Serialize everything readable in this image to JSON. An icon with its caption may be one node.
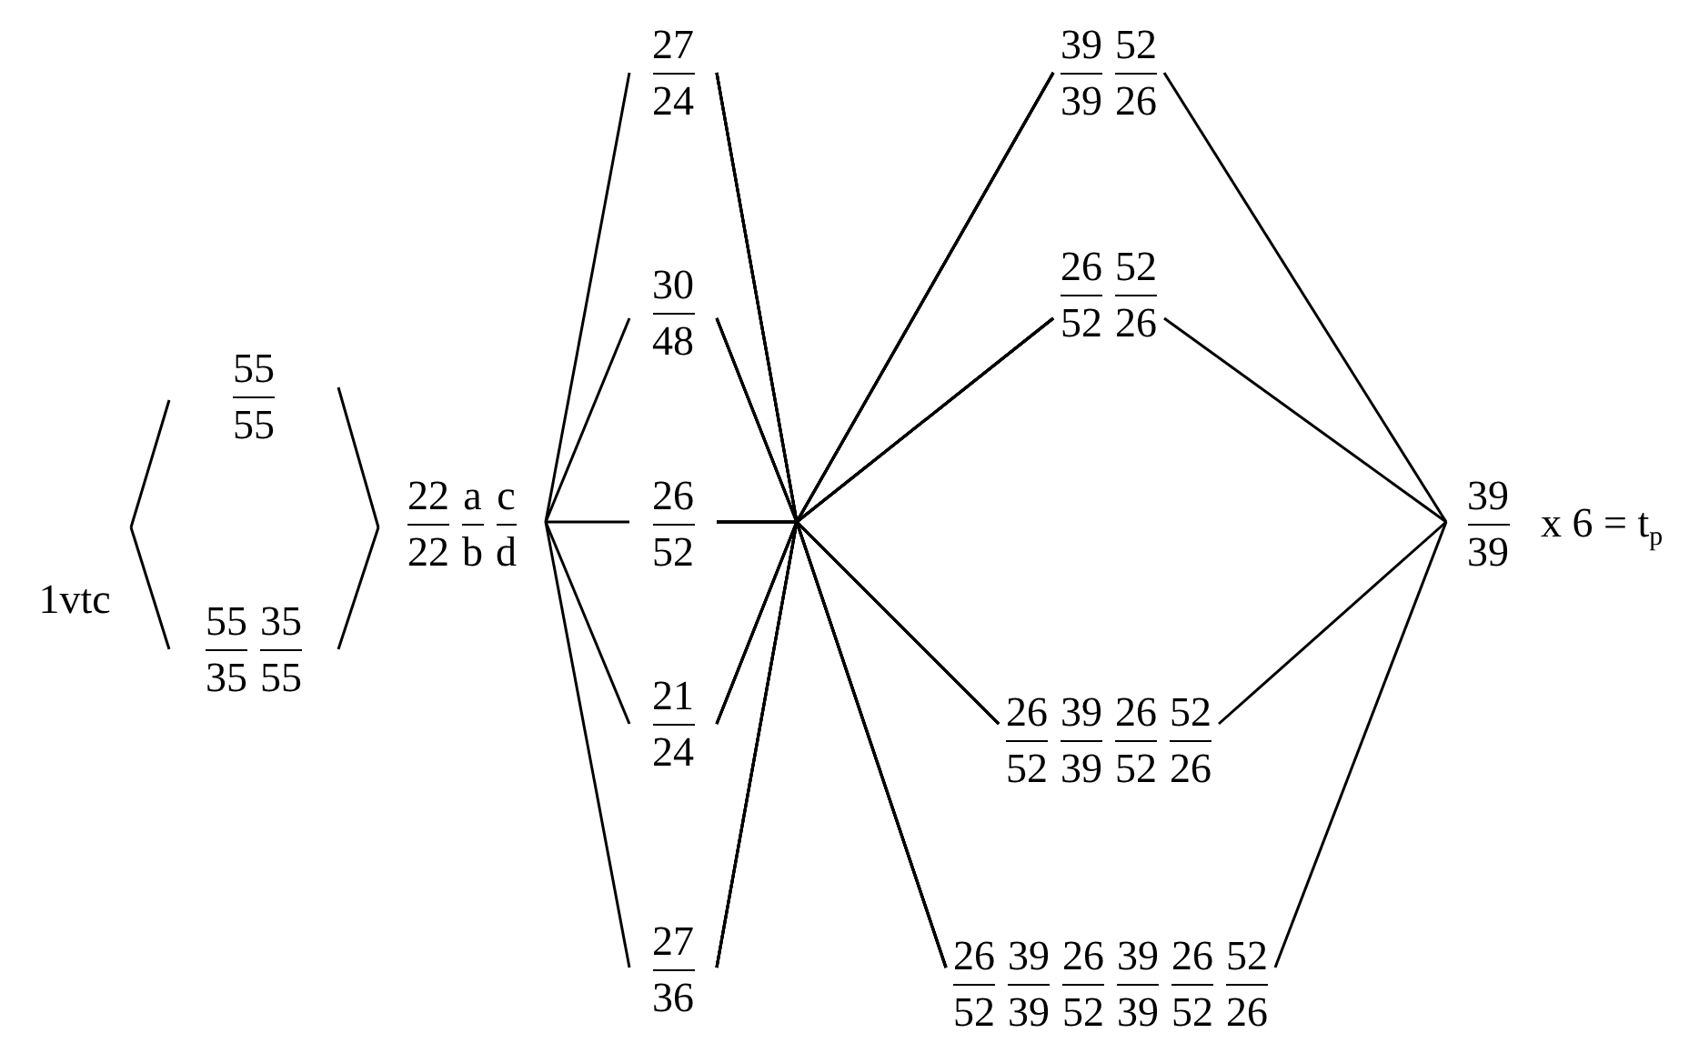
{
  "diagram": {
    "nodes": [
      {
        "text": [
          "1vtc"
        ]
      },
      {
        "text": [
          "55",
          "55"
        ]
      },
      {
        "text": [
          "55",
          "35",
          "35",
          "55"
        ]
      },
      {
        "text": [
          "22",
          "22",
          "a",
          "b",
          "c",
          "d"
        ]
      },
      {
        "text": [
          "27",
          "24"
        ]
      },
      {
        "text": [
          "30",
          "48"
        ]
      },
      {
        "text": [
          "26",
          "52"
        ]
      },
      {
        "text": [
          "21",
          "24"
        ]
      },
      {
        "text": [
          "27",
          "36"
        ]
      },
      {
        "text": [
          "39",
          "39",
          "52",
          "26"
        ]
      },
      {
        "text": [
          "26",
          "52",
          "52",
          "26"
        ]
      },
      {
        "text": [
          "26",
          "52",
          "39",
          "39",
          "26",
          "52",
          "52",
          "26"
        ]
      },
      {
        "text": [
          "26",
          "52",
          "39",
          "39",
          "26",
          "52",
          "39",
          "39",
          "26",
          "52",
          "52",
          "26"
        ]
      },
      {
        "text": [
          "39",
          "39"
        ],
        "beside": [
          "x 6 = t$_{p}$"
        ]
      }
    ],
    "edges": [
      {
        "from": 0,
        "to": 1,
        "arrow": "none"
      },
      {
        "from": 0,
        "to": 2,
        "arrow": "none"
      },
      {
        "from": 1,
        "to": 3,
        "arrow": "none"
      },
      {
        "from": 2,
        "to": 3,
        "arrow": "none"
      },
      {
        "from": 3,
        "to": 4,
        "arrow": "none"
      },
      {
        "from": 3,
        "to": 5,
        "arrow": "none"
      },
      {
        "from": 3,
        "to": 6,
        "arrow": "none"
      },
      {
        "from": 3,
        "to": 7,
        "arrow": "none"
      },
      {
        "from": 3,
        "to": 8,
        "arrow": "none"
      },
      {
        "from": 4,
        "to": 9,
        "arrow": "none"
      },
      {
        "from": 4,
        "to": 10,
        "arrow": "none"
      },
      {
        "from": 4,
        "to": 11,
        "arrow": "none"
      },
      {
        "from": 4,
        "to": 12,
        "arrow": "none"
      },
      {
        "from": 5,
        "to": 9,
        "arrow": "none"
      },
      {
        "from": 5,
        "to": 10,
        "arrow": "none"
      },
      {
        "from": 5,
        "to": 11,
        "arrow": "none"
      },
      {
        "from": 5,
        "to": 12,
        "arrow": "none"
      },
      {
        "from": 6,
        "to": 9,
        "arrow": "none"
      },
      {
        "from": 6,
        "to": 10,
        "arrow": "none"
      },
      {
        "from": 6,
        "to": 11,
        "arrow": "none"
      },
      {
        "from": 6,
        "to": 12,
        "arrow": "none"
      },
      {
        "from": 7,
        "to": 9,
        "arrow": "none"
      },
      {
        "from": 7,
        "to": 10,
        "arrow": "none"
      },
      {
        "from": 7,
        "to": 11,
        "arrow": "none"
      },
      {
        "from": 7,
        "to": 12,
        "arrow": "none"
      },
      {
        "from": 8,
        "to": 9,
        "arrow": "none"
      },
      {
        "from": 8,
        "to": 10,
        "arrow": "none"
      },
      {
        "from": 8,
        "to": 11,
        "arrow": "none"
      },
      {
        "from": 8,
        "to": 12,
        "arrow": "none"
      },
      {
        "from": 9,
        "to": 13,
        "arrow": "none"
      },
      {
        "from": 10,
        "to": 13,
        "arrow": "none"
      },
      {
        "from": 11,
        "to": 13,
        "arrow": "none"
      },
      {
        "from": 12,
        "to": 13,
        "arrow": "none"
      }
    ]
  }
}
